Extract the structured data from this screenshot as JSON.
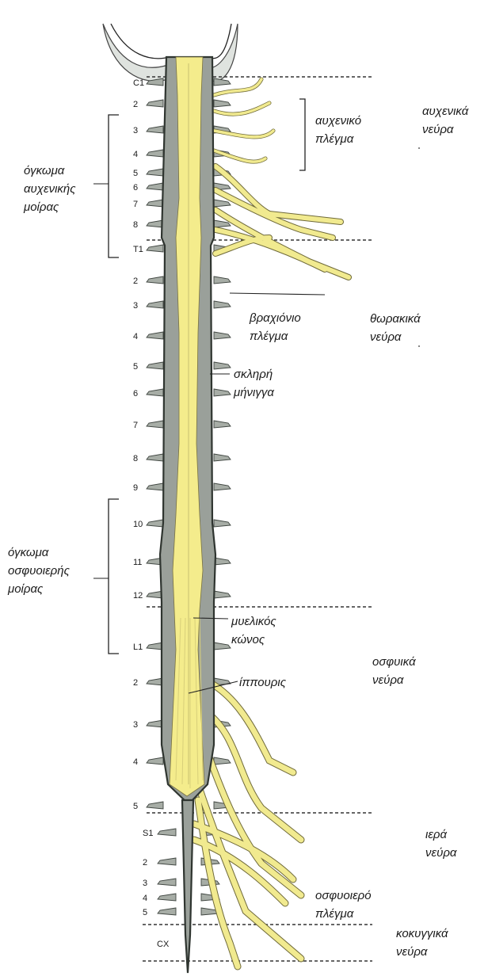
{
  "segments": {
    "cervical": [
      "C1",
      "2",
      "3",
      "4",
      "5",
      "6",
      "7",
      "8"
    ],
    "thoracic": [
      "T1",
      "2",
      "3",
      "4",
      "5",
      "6",
      "7",
      "8",
      "9",
      "10",
      "11",
      "12"
    ],
    "lumbar": [
      "L1",
      "2",
      "3",
      "4",
      "5"
    ],
    "sacral": [
      "S1",
      "2",
      "3",
      "4",
      "5"
    ],
    "coccygeal": [
      "CX"
    ]
  },
  "labels": {
    "cervical_plexus": [
      "αυχενικό",
      "πλέγμα"
    ],
    "cervical_nerves": [
      "αυχενικά",
      "νεύρα"
    ],
    "cervical_enlargement": [
      "όγκωμα",
      "αυχενικής",
      "μοίρας"
    ],
    "brachial_plexus": [
      "βραχιόνιο",
      "πλέγμα"
    ],
    "thoracic_nerves": [
      "θωρακικά",
      "νεύρα"
    ],
    "dura_mater": [
      "σκληρή",
      "μήνιγγα"
    ],
    "lumbar_enlargement": [
      "όγκωμα",
      "οσφυοιερής",
      "μοίρας"
    ],
    "conus_medullaris": [
      "μυελικός",
      "κώνος"
    ],
    "lumbar_nerves": [
      "οσφυικά",
      "νεύρα"
    ],
    "cauda_equina": [
      "ίππουρις"
    ],
    "sacral_nerves": [
      "ιερά",
      "νεύρα"
    ],
    "lumbosacral_plexus": [
      "οσφυοιερό",
      "πλέγμα"
    ],
    "coccygeal_nerves": [
      "κοκυγγικά",
      "νεύρα"
    ]
  },
  "colors": {
    "cord": "#f4ec8c",
    "dura": "#9aa09a",
    "nerve": "#f1ea8f"
  }
}
